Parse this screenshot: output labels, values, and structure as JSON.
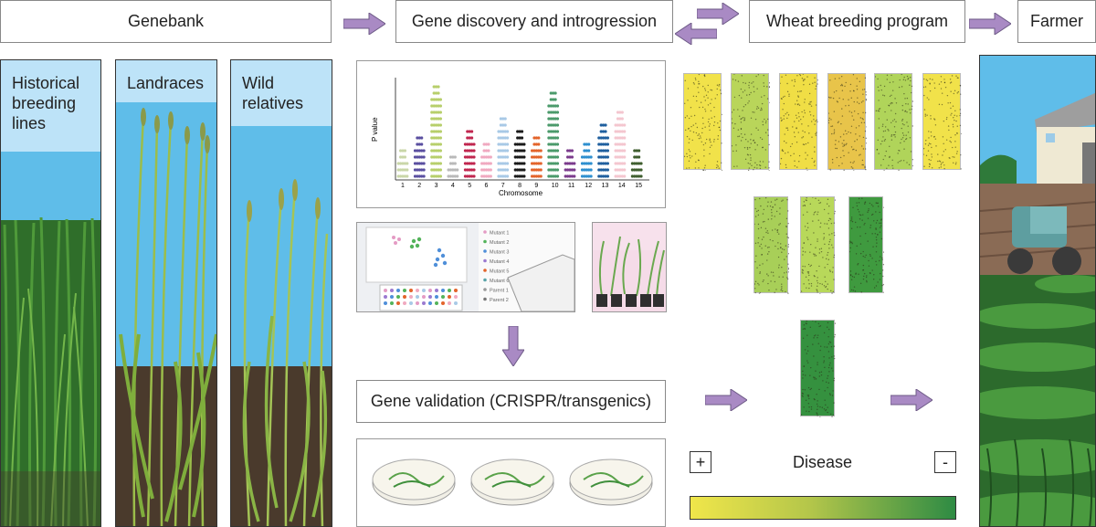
{
  "headers": {
    "genebank": "Genebank",
    "gene_discovery": "Gene discovery and introgression",
    "wheat_breeding": "Wheat breeding program",
    "farmer": "Farmer"
  },
  "panels": {
    "historical": "Historical breeding lines",
    "landraces": "Landraces",
    "wild": "Wild relatives"
  },
  "manhattan": {
    "ylabel": "P value",
    "xlabel": "Chromosome",
    "chromosomes": [
      "1",
      "2",
      "3",
      "4",
      "5",
      "6",
      "7",
      "8",
      "9",
      "10",
      "11",
      "12",
      "13",
      "14",
      "15"
    ],
    "heights": [
      5,
      7,
      15,
      4,
      8,
      6,
      10,
      8,
      7,
      14,
      5,
      6,
      9,
      11,
      5
    ],
    "colors": [
      "#c9d6a8",
      "#5a4fa0",
      "#b7cf6b",
      "#b9b9b9",
      "#c0264f",
      "#f0a9c0",
      "#a8c9e6",
      "#1a1a1a",
      "#e3642b",
      "#4b9a6b",
      "#7b3b8c",
      "#2e8fcf",
      "#1f5f9e",
      "#f4c6cf",
      "#3f5e2e"
    ]
  },
  "legend_items": [
    "Mutant 1",
    "Mutant 2",
    "Mutant 3",
    "Mutant 4",
    "Mutant 5",
    "Mutant 6",
    "Parent 1",
    "Parent 2"
  ],
  "validation": "Gene validation (CRISPR/transgenics)",
  "disease": {
    "label": "Disease",
    "plus": "+",
    "minus": "-"
  },
  "colors": {
    "arrow": "#a98ac4",
    "sky": "#9fd3f2",
    "sky_light": "#bde3f8",
    "soil": "#4a3a2c",
    "yellow": "#f0e34a",
    "green": "#2e8b44"
  }
}
